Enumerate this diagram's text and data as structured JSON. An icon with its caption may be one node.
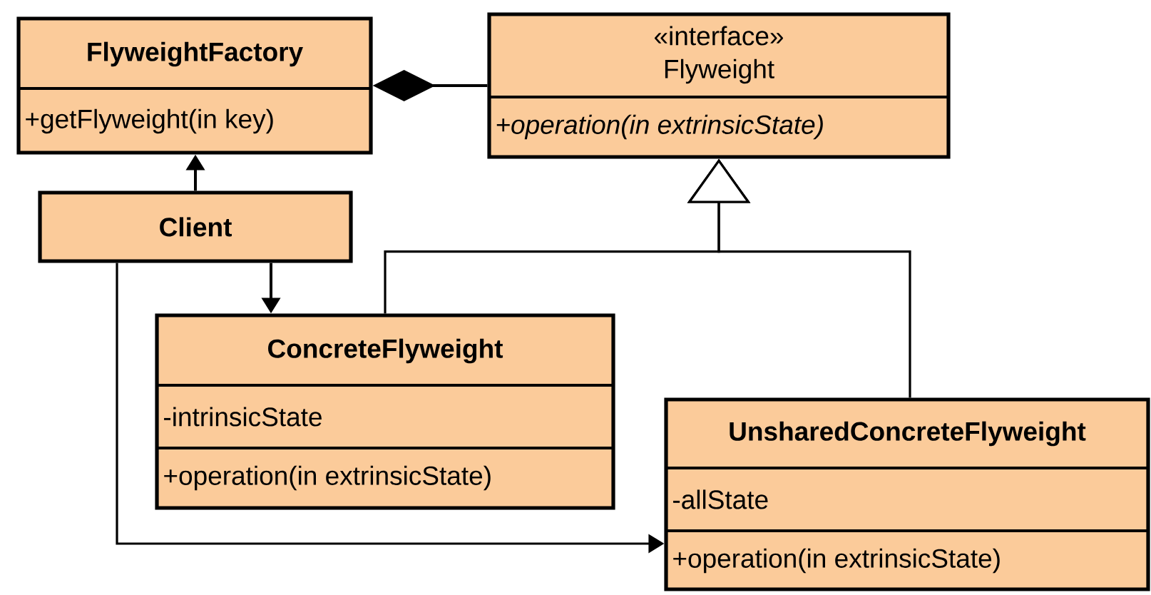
{
  "diagram": {
    "nodes": [
      {
        "text": [
          "FlyweightFactory",
          "+getFlyweight(in key)"
        ]
      },
      {
        "text": [
          "«interface»",
          "Flyweight",
          "+operation(in extrinsicState)"
        ]
      },
      {
        "text": [
          "Client"
        ]
      },
      {
        "text": [
          "ConcreteFlyweight",
          "-intrinsicState",
          "+operation(in extrinsicState)"
        ]
      },
      {
        "text": [
          "UnsharedConcreteFlyweight",
          "-allState",
          "+operation(in extrinsicState)"
        ]
      }
    ],
    "edges": [
      {
        "from": 0,
        "to": 1,
        "arrow": "other"
      },
      {
        "from": 2,
        "to": 0,
        "arrow": "to"
      },
      {
        "from": 2,
        "to": 3,
        "arrow": "to"
      },
      {
        "from": 2,
        "to": 4,
        "arrow": "to"
      },
      {
        "from": 3,
        "to": 1,
        "arrow": "to"
      },
      {
        "from": 4,
        "to": 1,
        "arrow": "to"
      }
    ]
  }
}
